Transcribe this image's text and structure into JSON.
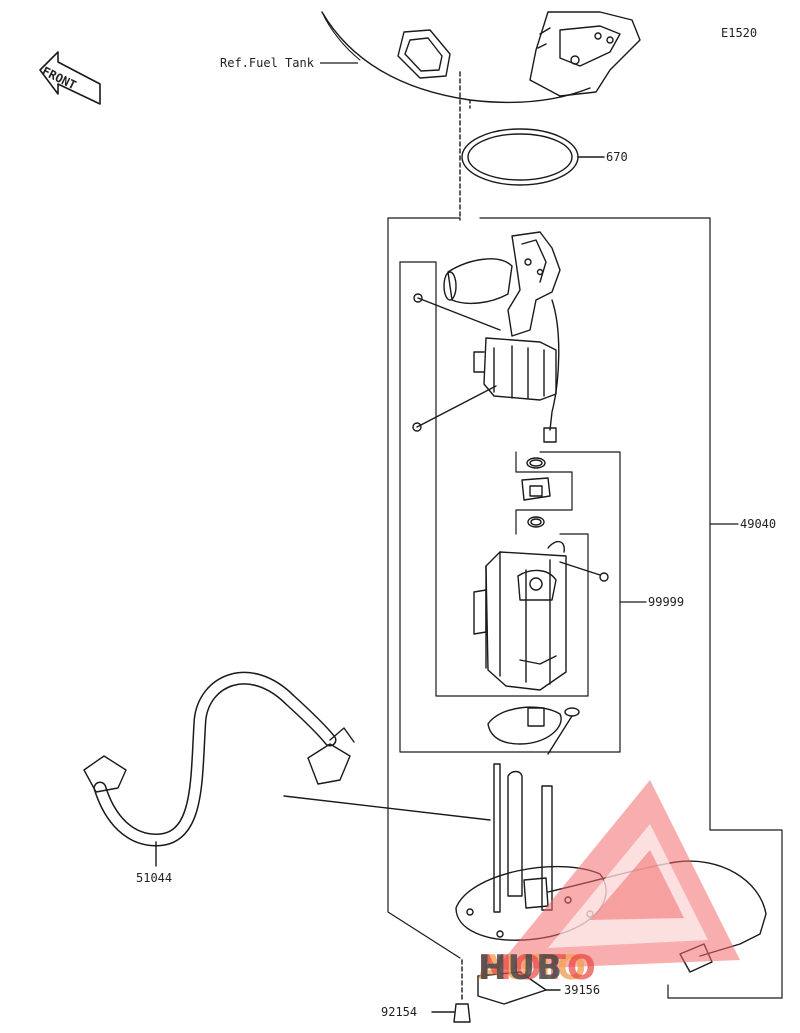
{
  "diagram": {
    "code": "E1520",
    "front_label": "FRONT",
    "ref_label": "Ref.Fuel Tank",
    "parts": [
      {
        "number": "670"
      },
      {
        "number": "49040"
      },
      {
        "number": "99999"
      },
      {
        "number": "51044"
      },
      {
        "number": "39156"
      },
      {
        "number": "92154"
      }
    ]
  },
  "watermark": {
    "word_1": "AUTO",
    "word_2": "MOTO",
    "word_3": "HUB",
    "color_orange": "#f2a154",
    "color_red": "#e9453f",
    "color_dark": "#4a4a4a"
  },
  "colors": {
    "line": "#1a1a1a",
    "watermark_triangle": "#f26b6b"
  }
}
